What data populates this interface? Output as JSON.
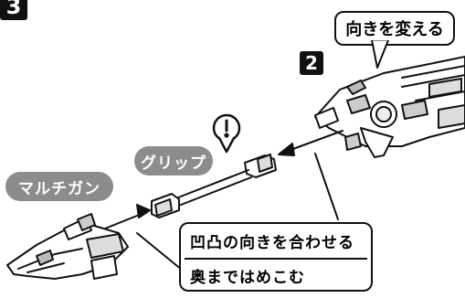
{
  "step_number": "3",
  "sub_step_number": "2",
  "labels": {
    "change_direction": "向きを変える",
    "grip": "グリップ",
    "multigun": "マルチガン"
  },
  "instructions": {
    "align_notch": "凹凸の向きを合わせる",
    "insert_fully": "奥まではめこむ"
  },
  "caution_icon": "exclamation-caution",
  "colors": {
    "ink": "#111111",
    "pill_gray": "#8c8c8c",
    "paper": "#ffffff"
  }
}
